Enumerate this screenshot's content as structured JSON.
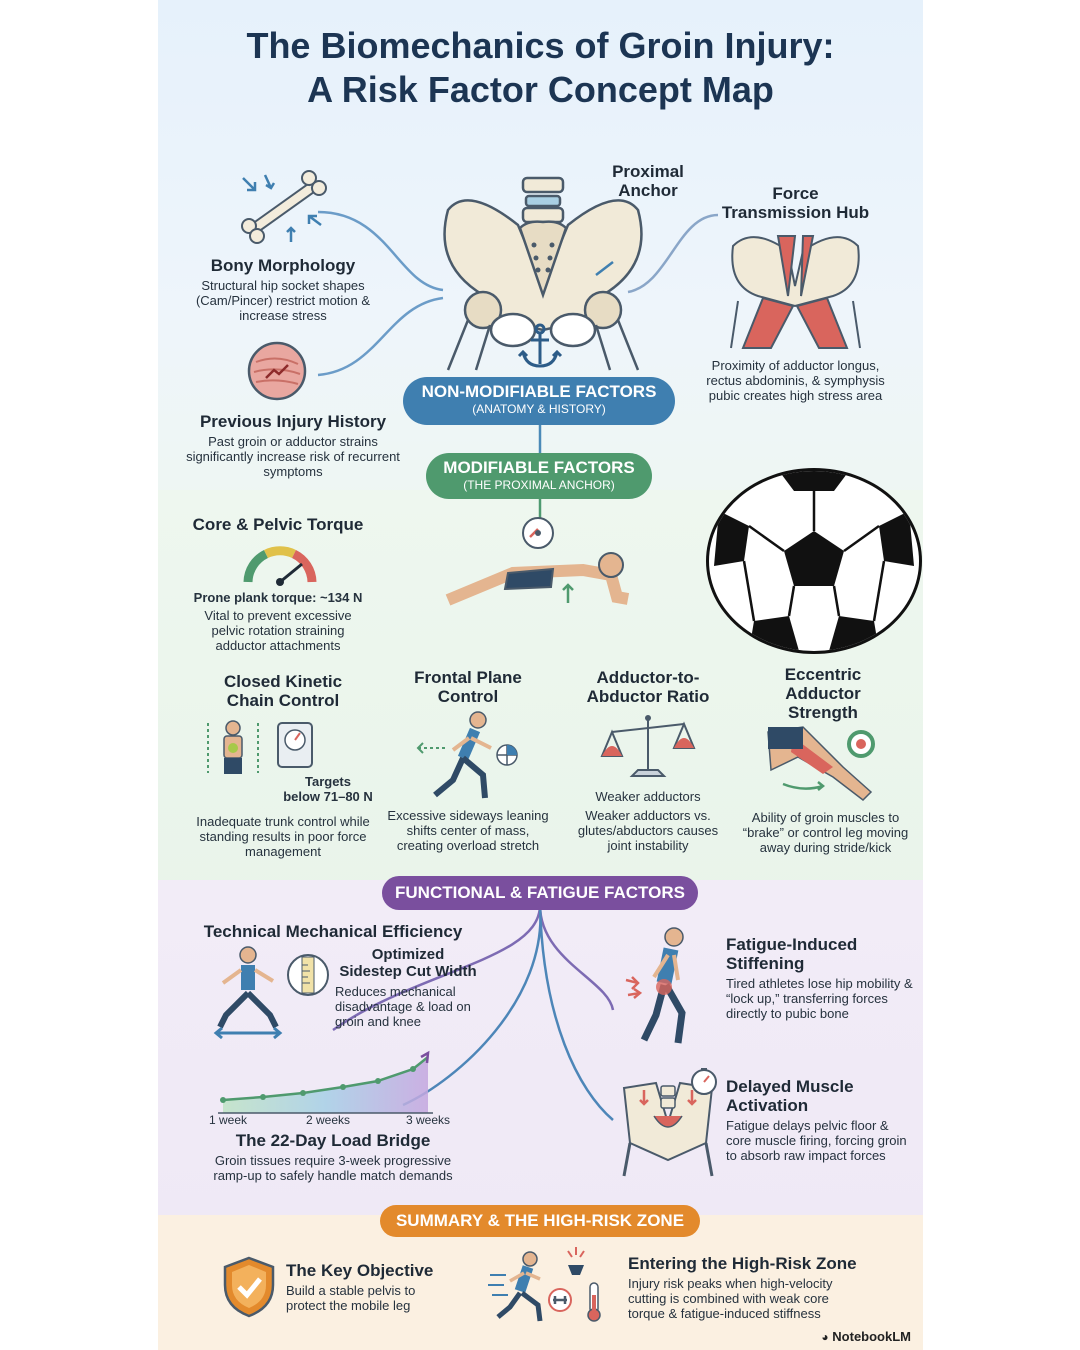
{
  "title_line1": "The Biomechanics of Groin Injury:",
  "title_line2": "A Risk Factor Concept Map",
  "top": {
    "proximal_anchor": "Proximal\nAnchor",
    "force_hub_title": "Force\nTransmission Hub",
    "force_hub_text": "Proximity of adductor longus, rectus abdominis, & symphysis pubic creates high stress area",
    "bony_title": "Bony Morphology",
    "bony_text": "Structural hip socket shapes (Cam/Pincer) restrict motion & increase stress",
    "injury_title": "Previous Injury History",
    "injury_text": "Past groin or adductor strains significantly increase risk of recurrent symptoms"
  },
  "pills": {
    "non_mod_main": "NON-MODIFIABLE FACTORS",
    "non_mod_sub": "(ANATOMY & HISTORY)",
    "mod_main": "MODIFIABLE FACTORS",
    "mod_sub": "(THE PROXIMAL ANCHOR)",
    "functional": "FUNCTIONAL & FATIGUE FACTORS",
    "summary": "SUMMARY & THE HIGH-RISK ZONE"
  },
  "modifiable": {
    "core_title": "Core & Pelvic Torque",
    "core_value": "Prone plank torque: ~134 N",
    "core_text": "Vital to prevent excessive pelvic rotation straining adductor attachments",
    "ckc_title": "Closed Kinetic\nChain Control",
    "ckc_target": "Targets\nbelow 71–80 N",
    "ckc_text": "Inadequate trunk control while standing results in poor force management",
    "frontal_title": "Frontal Plane\nControl",
    "frontal_text": "Excessive sideways leaning shifts center of mass, creating overload stretch",
    "ratio_title": "Adductor-to-\nAbductor Ratio",
    "ratio_label": "Weaker adductors",
    "ratio_text": "Weaker adductors vs. glutes/abductors causes joint instability",
    "ecc_title": "Eccentric\nAdductor\nStrength",
    "ecc_text": "Ability of groin muscles to “brake” or control leg moving away during stride/kick"
  },
  "functional": {
    "tech_title": "Technical Mechanical Efficiency",
    "tech_sub": "Optimized\nSidestep Cut Width",
    "tech_text": "Reduces mechanical disadvantage & load on groin and knee",
    "bridge_title": "The 22-Day Load Bridge",
    "bridge_text": "Groin tissues require 3-week progressive ramp-up to safely handle match demands",
    "fatigue_title": "Fatigue-Induced\nStiffening",
    "fatigue_text": "Tired athletes lose hip mobility & “lock up,” transferring forces directly to pubic bone",
    "delayed_title": "Delayed Muscle\nActivation",
    "delayed_text": "Fatigue delays pelvic floor & core muscle firing, forcing groin to absorb raw impact forces"
  },
  "chart_data": {
    "type": "line",
    "categories": [
      "1 week",
      "2 weeks",
      "3 weeks"
    ]
  },
  "summary": {
    "key_title": "The Key Objective",
    "key_text": "Build a stable pelvis to protect the mobile leg",
    "risk_title": "Entering the High-Risk Zone",
    "risk_text": "Injury risk peaks when high-velocity cutting is combined with weak core torque & fatigue-induced stiffness"
  },
  "brand": "NotebookLM",
  "colors": {
    "blue_pill": "#3f7fb0",
    "green_pill": "#4f9a6e",
    "purple_pill": "#7a4f9e",
    "orange_pill": "#e38a2c",
    "title": "#1c3553"
  }
}
